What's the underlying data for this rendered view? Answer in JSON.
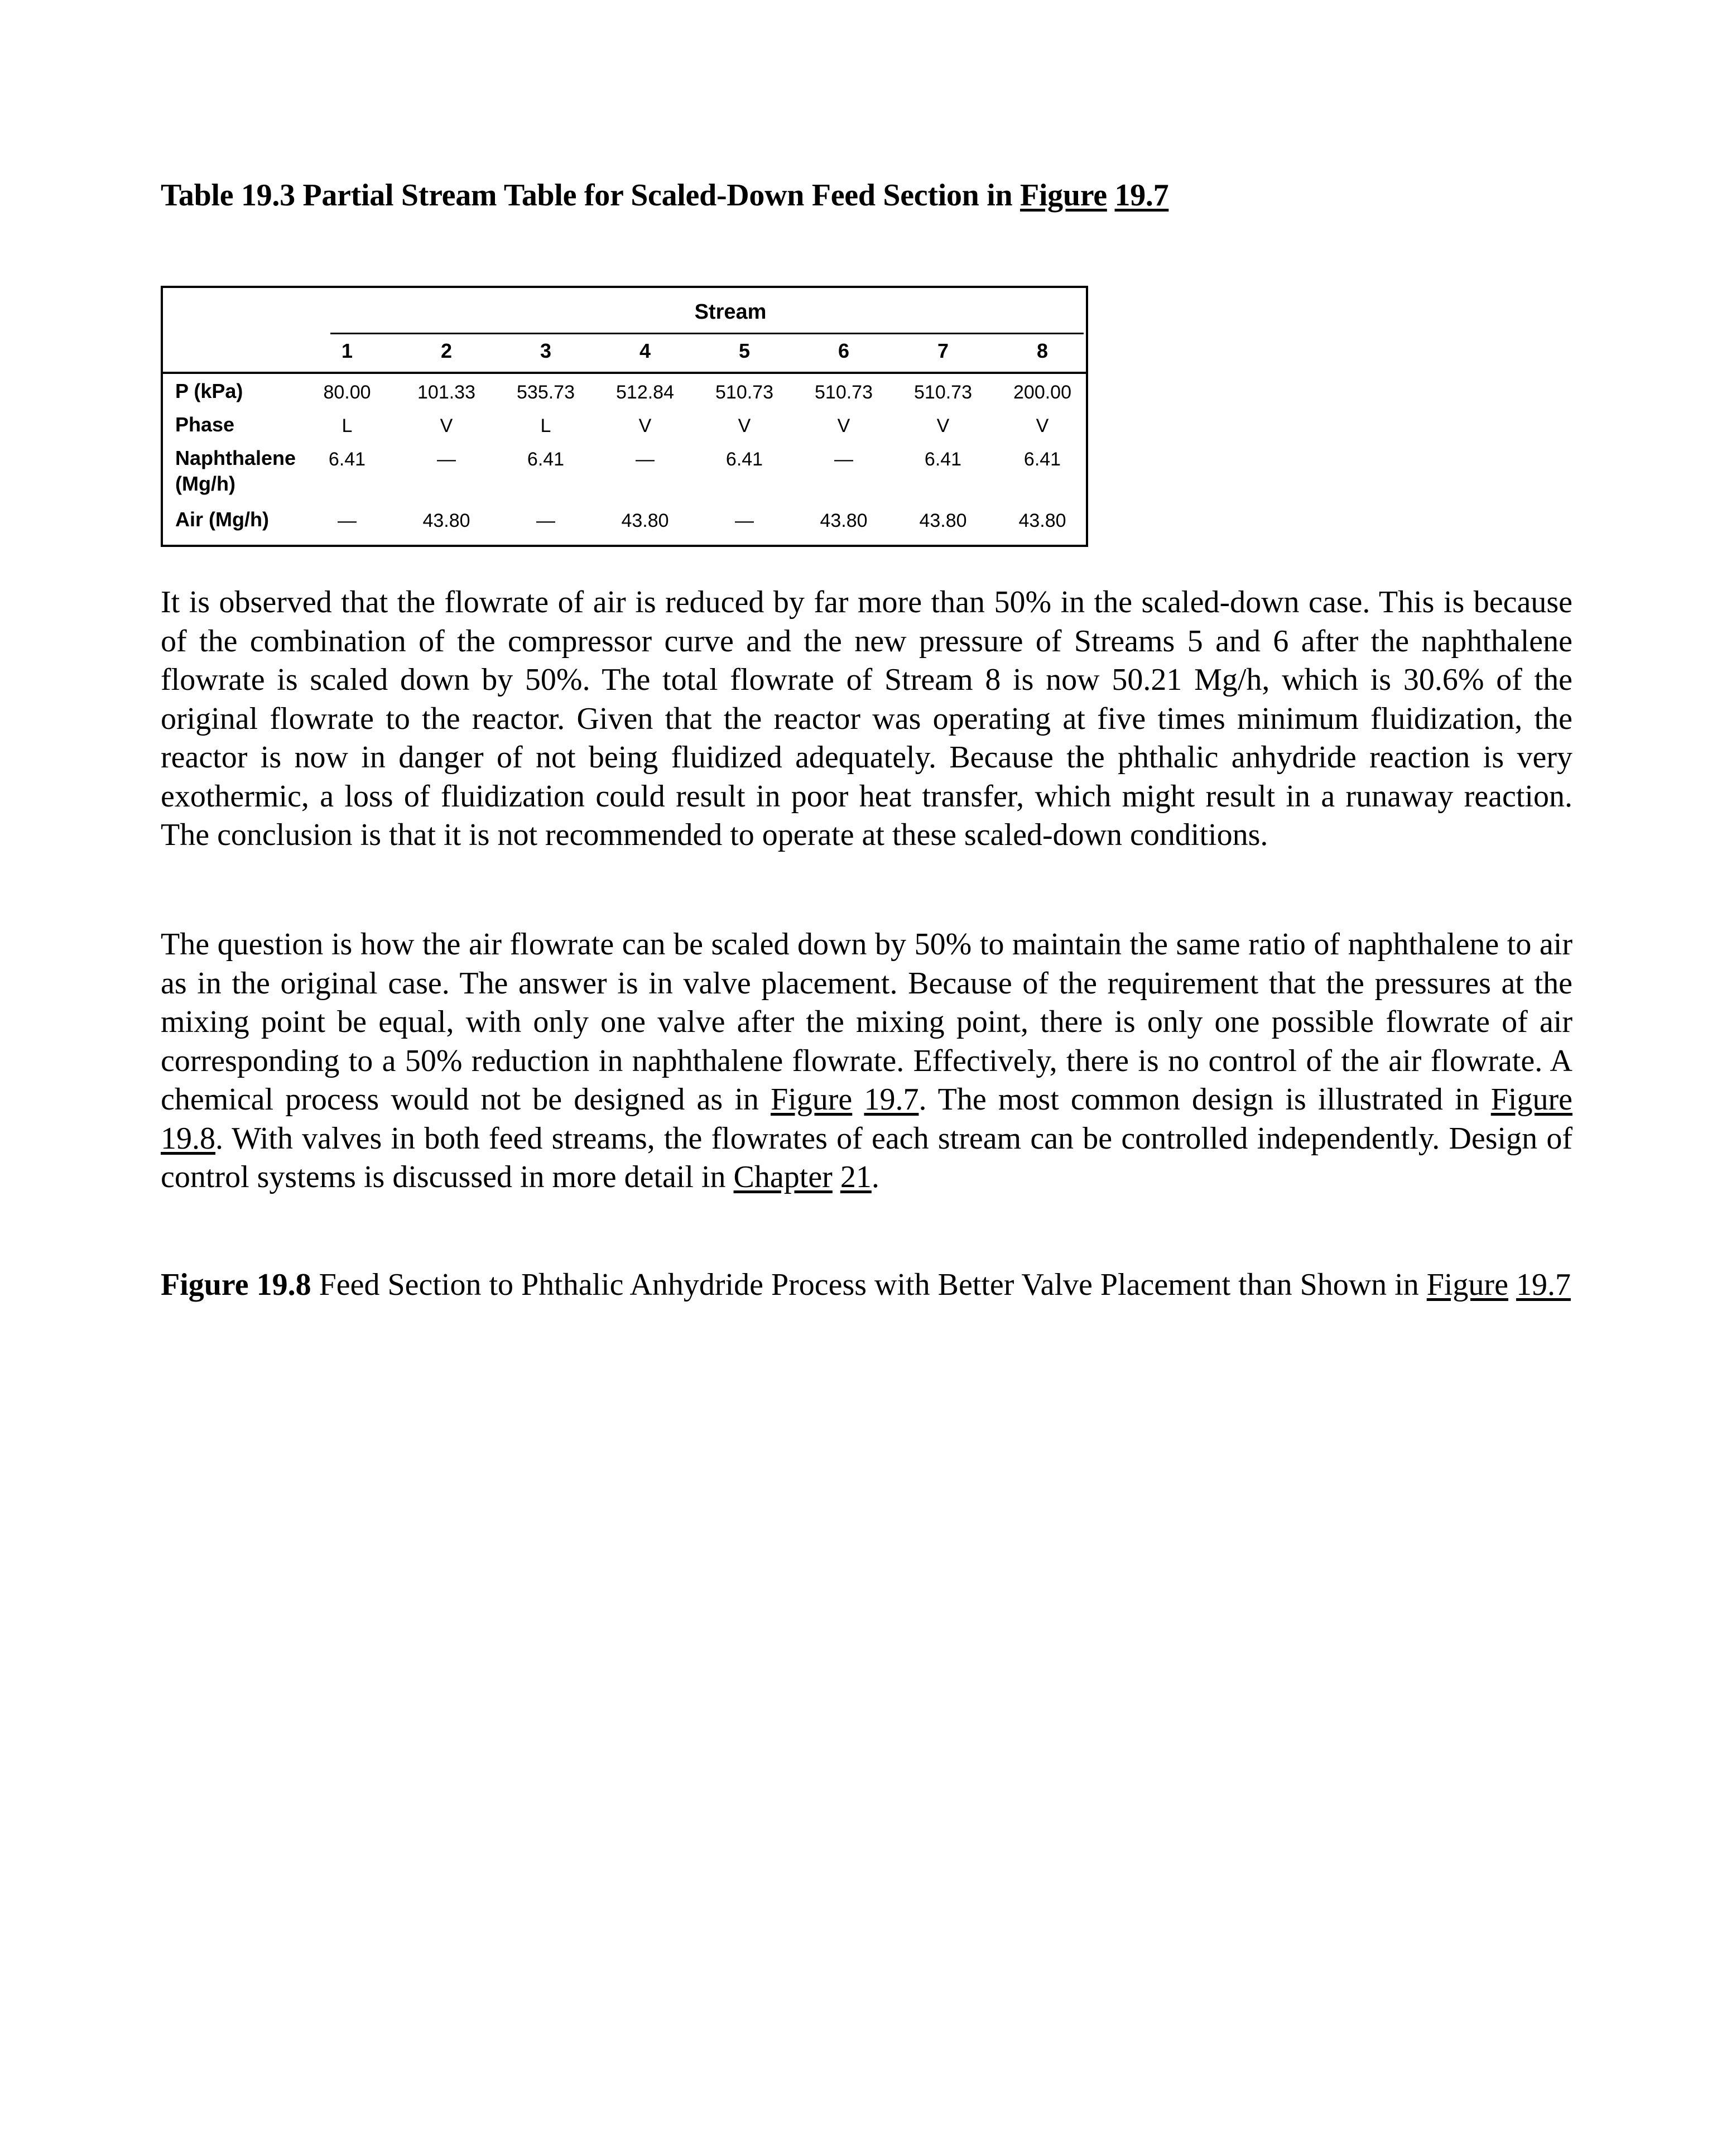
{
  "caption": {
    "bold": "Table 19.3 Partial Stream Table for Scaled-Down Feed Section in ",
    "link1": "Figure",
    "link2": "19.7"
  },
  "table": {
    "group_header": "Stream",
    "columns": [
      "1",
      "2",
      "3",
      "4",
      "5",
      "6",
      "7",
      "8"
    ],
    "rows": [
      {
        "label": "P (kPa)",
        "values": [
          "80.00",
          "101.33",
          "535.73",
          "512.84",
          "510.73",
          "510.73",
          "510.73",
          "200.00"
        ]
      },
      {
        "label": "Phase",
        "values": [
          "L",
          "V",
          "L",
          "V",
          "V",
          "V",
          "V",
          "V"
        ]
      },
      {
        "label": "Naphthalene (Mg/h)",
        "values": [
          "6.41",
          "—",
          "6.41",
          "—",
          "6.41",
          "—",
          "6.41",
          "6.41"
        ]
      },
      {
        "label": "Air (Mg/h)",
        "values": [
          "—",
          "43.80",
          "—",
          "43.80",
          "—",
          "43.80",
          "43.80",
          "43.80"
        ]
      }
    ]
  },
  "paragraph1": "It is observed that the flowrate of air is reduced by far more than 50% in the scaled-down case. This is because of the combination of the compressor curve and the new pressure of Streams 5 and 6 after the naphthalene flowrate is scaled down by 50%. The total flowrate of Stream 8 is now 50.21 Mg/h, which is 30.6% of the original flowrate to the reactor. Given that the reactor was operating at five times minimum fluidization, the reactor is now in danger of not being fluidized adequately. Because the phthalic anhydride reaction is very exothermic, a loss of fluidization could result in poor heat transfer, which might result in a runaway reaction. The conclusion is that it is not recommended to operate at these scaled-down conditions.",
  "paragraph2": {
    "part1": "The question is how the air flowrate can be scaled down by 50% to maintain the same ratio of naphthalene to air as in the original case. The answer is in valve placement. Because of the requirement that the pressures at the mixing point be equal, with only one valve after the mixing point, there is only one possible flowrate of air corresponding to a 50% reduction in naphthalene flowrate. Effectively, there is no control of the air flowrate. A chemical process would not be designed as in ",
    "link_a1": "Figure",
    "link_a2": "19.7",
    "part2": ". The most common design is illustrated in ",
    "link_b1": "Figure",
    "link_b2": "19.8",
    "part3": ". With valves in both feed streams, the flowrates of each stream can be controlled independently. Design of control systems is discussed in more detail in ",
    "link_c1": "Chapter",
    "link_c2": "21",
    "part4": "."
  },
  "figure_caption": {
    "bold": "Figure 19.8",
    "text": " Feed Section to Phthalic Anhydride Process with Better Valve Placement than Shown in ",
    "link1": "Figure",
    "link2": "19.7"
  }
}
